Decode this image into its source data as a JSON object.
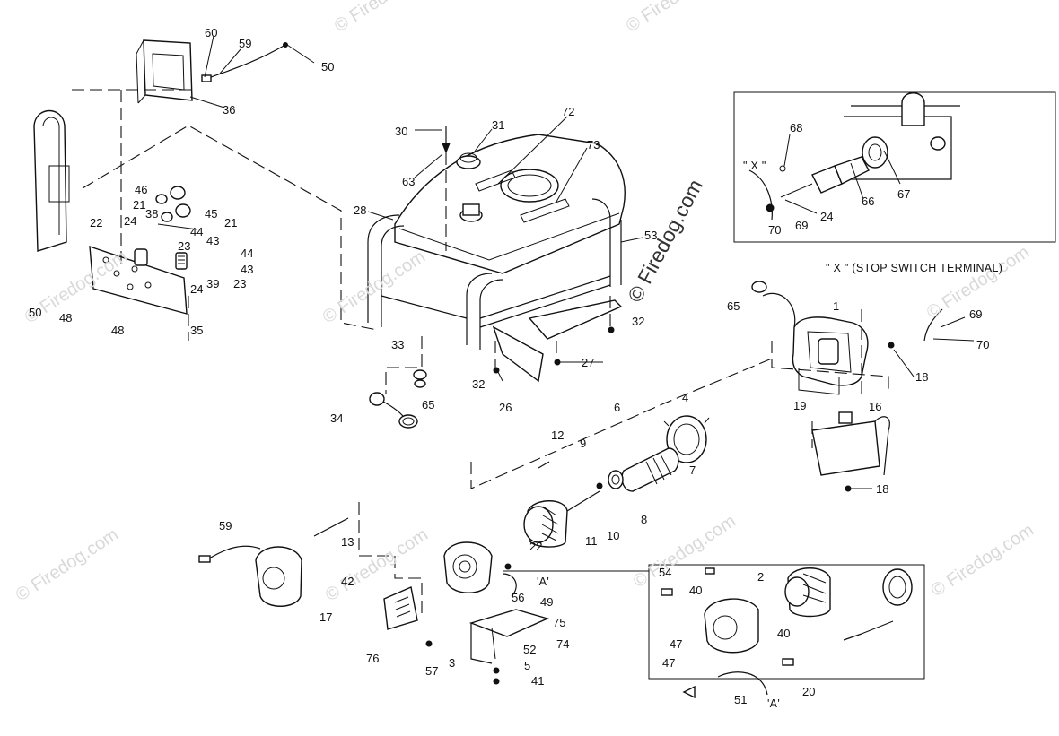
{
  "watermark": "© Firedog.com",
  "captions": {
    "detail_x": "\" X \"",
    "stop_switch": "\" X \" (STOP SWITCH TERMINAL)",
    "ref_a_main": "'A'",
    "ref_a_inset": "'A'"
  },
  "callouts": [
    {
      "id": "c60",
      "text": "60"
    },
    {
      "id": "c59a",
      "text": "59"
    },
    {
      "id": "c50a",
      "text": "50"
    },
    {
      "id": "c36",
      "text": "36"
    },
    {
      "id": "c30",
      "text": "30"
    },
    {
      "id": "c31",
      "text": "31"
    },
    {
      "id": "c72",
      "text": "72"
    },
    {
      "id": "c63",
      "text": "63"
    },
    {
      "id": "c73",
      "text": "73"
    },
    {
      "id": "c28",
      "text": "28"
    },
    {
      "id": "c53",
      "text": "53"
    },
    {
      "id": "c46",
      "text": "46"
    },
    {
      "id": "c21a",
      "text": "21"
    },
    {
      "id": "c38",
      "text": "38"
    },
    {
      "id": "c45",
      "text": "45"
    },
    {
      "id": "c22a",
      "text": "22"
    },
    {
      "id": "c24a",
      "text": "24"
    },
    {
      "id": "c21b",
      "text": "21"
    },
    {
      "id": "c44a",
      "text": "44"
    },
    {
      "id": "c43a",
      "text": "43"
    },
    {
      "id": "c23a",
      "text": "23"
    },
    {
      "id": "c44b",
      "text": "44"
    },
    {
      "id": "c43b",
      "text": "43"
    },
    {
      "id": "c24b",
      "text": "24"
    },
    {
      "id": "c39",
      "text": "39"
    },
    {
      "id": "c23b",
      "text": "23"
    },
    {
      "id": "c50b",
      "text": "50"
    },
    {
      "id": "c48a",
      "text": "48"
    },
    {
      "id": "c48b",
      "text": "48"
    },
    {
      "id": "c35",
      "text": "35"
    },
    {
      "id": "c33",
      "text": "33"
    },
    {
      "id": "c32a",
      "text": "32"
    },
    {
      "id": "c32b",
      "text": "32"
    },
    {
      "id": "c27",
      "text": "27"
    },
    {
      "id": "c26",
      "text": "26"
    },
    {
      "id": "c34",
      "text": "34"
    },
    {
      "id": "c65a",
      "text": "65"
    },
    {
      "id": "c68",
      "text": "68"
    },
    {
      "id": "c66",
      "text": "66"
    },
    {
      "id": "c67",
      "text": "67"
    },
    {
      "id": "c24c",
      "text": "24"
    },
    {
      "id": "c69a",
      "text": "69"
    },
    {
      "id": "c70a",
      "text": "70"
    },
    {
      "id": "c65b",
      "text": "65"
    },
    {
      "id": "c1",
      "text": "1"
    },
    {
      "id": "c69b",
      "text": "69"
    },
    {
      "id": "c70b",
      "text": "70"
    },
    {
      "id": "c18a",
      "text": "18"
    },
    {
      "id": "c19",
      "text": "19"
    },
    {
      "id": "c16",
      "text": "16"
    },
    {
      "id": "c18b",
      "text": "18"
    },
    {
      "id": "c6",
      "text": "6"
    },
    {
      "id": "c4",
      "text": "4"
    },
    {
      "id": "c12",
      "text": "12"
    },
    {
      "id": "c9",
      "text": "9"
    },
    {
      "id": "c7",
      "text": "7"
    },
    {
      "id": "c8",
      "text": "8"
    },
    {
      "id": "c10",
      "text": "10"
    },
    {
      "id": "c11",
      "text": "11"
    },
    {
      "id": "c22b",
      "text": "22"
    },
    {
      "id": "c13",
      "text": "13"
    },
    {
      "id": "c59b",
      "text": "59"
    },
    {
      "id": "c42",
      "text": "42"
    },
    {
      "id": "c17",
      "text": "17"
    },
    {
      "id": "c76",
      "text": "76"
    },
    {
      "id": "c57",
      "text": "57"
    },
    {
      "id": "c3",
      "text": "3"
    },
    {
      "id": "c56",
      "text": "56"
    },
    {
      "id": "c49",
      "text": "49"
    },
    {
      "id": "c75",
      "text": "75"
    },
    {
      "id": "c74",
      "text": "74"
    },
    {
      "id": "c52",
      "text": "52"
    },
    {
      "id": "c5",
      "text": "5"
    },
    {
      "id": "c41",
      "text": "41"
    },
    {
      "id": "c54",
      "text": "54"
    },
    {
      "id": "c40a",
      "text": "40"
    },
    {
      "id": "c2",
      "text": "2"
    },
    {
      "id": "c40b",
      "text": "40"
    },
    {
      "id": "c47a",
      "text": "47"
    },
    {
      "id": "c47b",
      "text": "47"
    },
    {
      "id": "c51",
      "text": "51"
    },
    {
      "id": "c20",
      "text": "20"
    }
  ]
}
